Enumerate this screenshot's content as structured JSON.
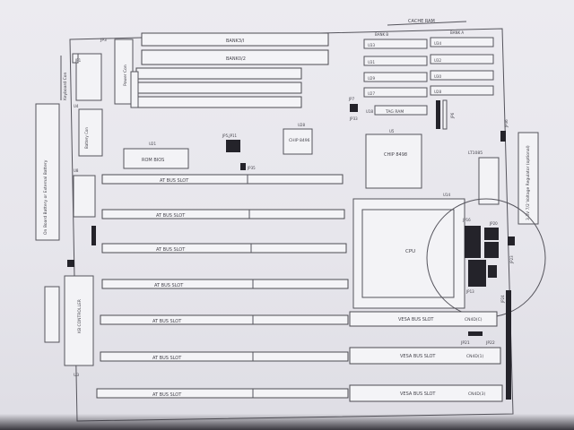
{
  "labels": {
    "cache_ram": "CACHE RAM",
    "bank_b": "BANK B",
    "bank_a": "BANK A",
    "jp3": "JP3",
    "jp1": "JP1",
    "power_con": "Power Con",
    "keyboard_con": "Keyboard Con",
    "bank_top": "BANK3/I",
    "bank_bottom": "BANK0/2",
    "battery_con": "Battery Con",
    "ext_battery": "On Board Battery or External Battery",
    "jp5_11": "JP5,JP11",
    "rom_bios": "ROM BIOS",
    "jp35": "JP35",
    "jp7": "JP7",
    "jp33": "JP33",
    "u28": "U28",
    "chip_8496_small": "CHIP 8496",
    "u4": "U4",
    "u8": "U8",
    "u5": "U5",
    "chip_8496_large": "CHIP 8498",
    "tag_ram": "TAG RAM",
    "jp6": "JP6",
    "jp36": "JP36",
    "u18": "U18",
    "u21": "U21",
    "lt1085": "LT1085",
    "regulator": "3.3V 7/2 Voltage Regulator (optional)",
    "u14": "U14",
    "cpu": "CPU",
    "jp16": "JP16",
    "jp20": "JP20",
    "jp13": "JP13",
    "jp23": "JP23",
    "jp24": "JP24",
    "jp21": "JP21",
    "jp22": "JP22",
    "kb_controller": "KB CONTROLLER",
    "u3": "U3",
    "at_bus_slot": "AT BUS SLOT",
    "vesa_bus_slot": "VESA BUS SLOT",
    "vesa_slots": [
      "CN4D(C)",
      "CN4D(1)",
      "CN4D(3)"
    ],
    "cache_chips": [
      "U33",
      "U34",
      "U31",
      "U32",
      "U29",
      "U30",
      "U27",
      "U28"
    ]
  },
  "colors": {
    "paper": "#ebeaef",
    "ink": "#4a4950",
    "jumper": "#24232a"
  }
}
